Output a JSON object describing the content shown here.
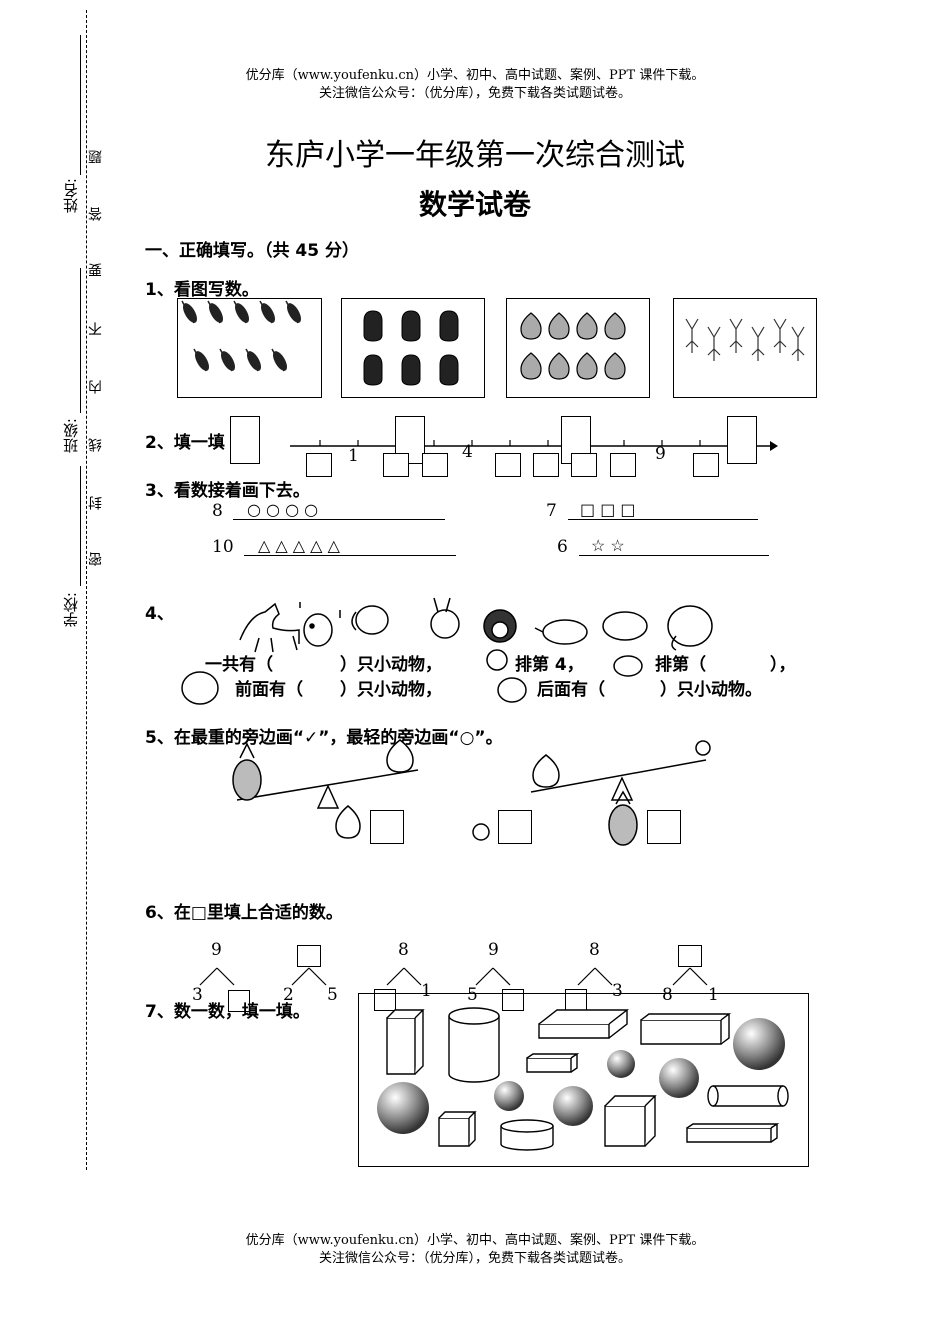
{
  "header": {
    "line1": "优分库（www.youfenku.cn）小学、初中、高中试题、案例、PPT 课件下载。",
    "line2": "关注微信公众号：（优分库），免费下载各类试题试卷。"
  },
  "footer": {
    "line1": "优分库（www.youfenku.cn）小学、初中、高中试题、案例、PPT 课件下载。",
    "line2": "关注微信公众号：（优分库），免费下载各类试题试卷。"
  },
  "margin": {
    "name_label": "姓名:",
    "class_label": "班级:",
    "school_label": "学校:",
    "seal_chars": [
      "题",
      "答",
      "要",
      "不",
      "内",
      "线",
      "封",
      "密"
    ]
  },
  "title": {
    "main": "东庐小学一年级第一次综合测试",
    "sub": "数学试卷"
  },
  "section1": {
    "heading": "一、正确填写。（共 45 分）"
  },
  "q1": {
    "label": "1、看图写数。"
  },
  "q2": {
    "label": "2、填一填",
    "numbers": [
      "1",
      "4",
      "9"
    ]
  },
  "q3": {
    "label": "3、看数接着画下去。",
    "rows": [
      {
        "num": "8",
        "shapes": "○ ○ ○ ○"
      },
      {
        "num": "7",
        "shapes": "□ □ □"
      },
      {
        "num": "10",
        "shapes": "△ △ △ △ △"
      },
      {
        "num": "6",
        "shapes": "☆ ☆"
      }
    ]
  },
  "q4": {
    "label": "4、",
    "line1_a": "一共有（",
    "line1_b": "）只小动物，",
    "line1_c": "排第 4，",
    "line1_d": "排第（",
    "line1_e": "），",
    "line2_a": "前面有（",
    "line2_b": "）只小动物，",
    "line2_c": "后面有（",
    "line2_d": "）只小动物。"
  },
  "q5": {
    "label": "5、在最重的旁边画“✓”，最轻的旁边画“○”。"
  },
  "q6": {
    "label": "6、在□里填上合适的数。",
    "trees": [
      {
        "top": "9",
        "left": "3",
        "right": ""
      },
      {
        "top": "",
        "left": "2",
        "right": "5"
      },
      {
        "top": "8",
        "left": "",
        "right": "1"
      },
      {
        "top": "9",
        "left": "5",
        "right": ""
      },
      {
        "top": "8",
        "left": "",
        "right": "3"
      },
      {
        "top": "",
        "left": "8",
        "right": "1"
      }
    ]
  },
  "q7": {
    "label": "7、数一数，填一填。"
  }
}
